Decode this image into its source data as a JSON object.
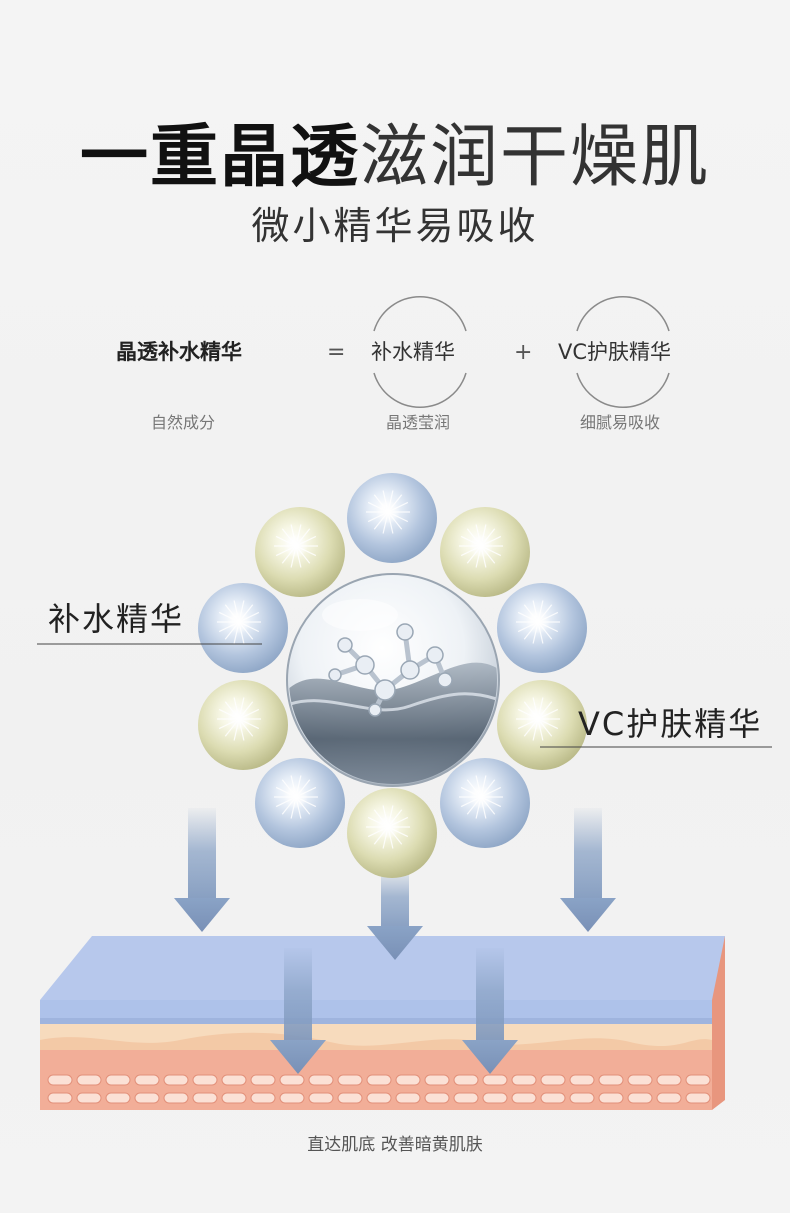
{
  "heading": {
    "title_bold": "一重晶透",
    "title_light": "滋润干燥肌",
    "subtitle": "微小精华易吸收"
  },
  "formula": {
    "left": {
      "label": "晶透补水精华",
      "sub": "自然成分"
    },
    "equals": "=",
    "plus": "+",
    "middle": {
      "label": "补水精华",
      "sub": "晶透莹润"
    },
    "right": {
      "label": "VC护肤精华",
      "sub": "细腻易吸收"
    }
  },
  "diagram": {
    "callout_left": "补水精华",
    "callout_right": "VC护肤精华"
  },
  "colors": {
    "pearl_gold": "#d6d6a6",
    "pearl_blue": "#a9bfd9",
    "arrow": "#8aa3c6",
    "skin_top": "#b4c7ec",
    "skin_mid": "#f6dcc0",
    "skin_bottom": "#f1ad98"
  },
  "caption": "直达肌底 改善暗黄肌肤"
}
